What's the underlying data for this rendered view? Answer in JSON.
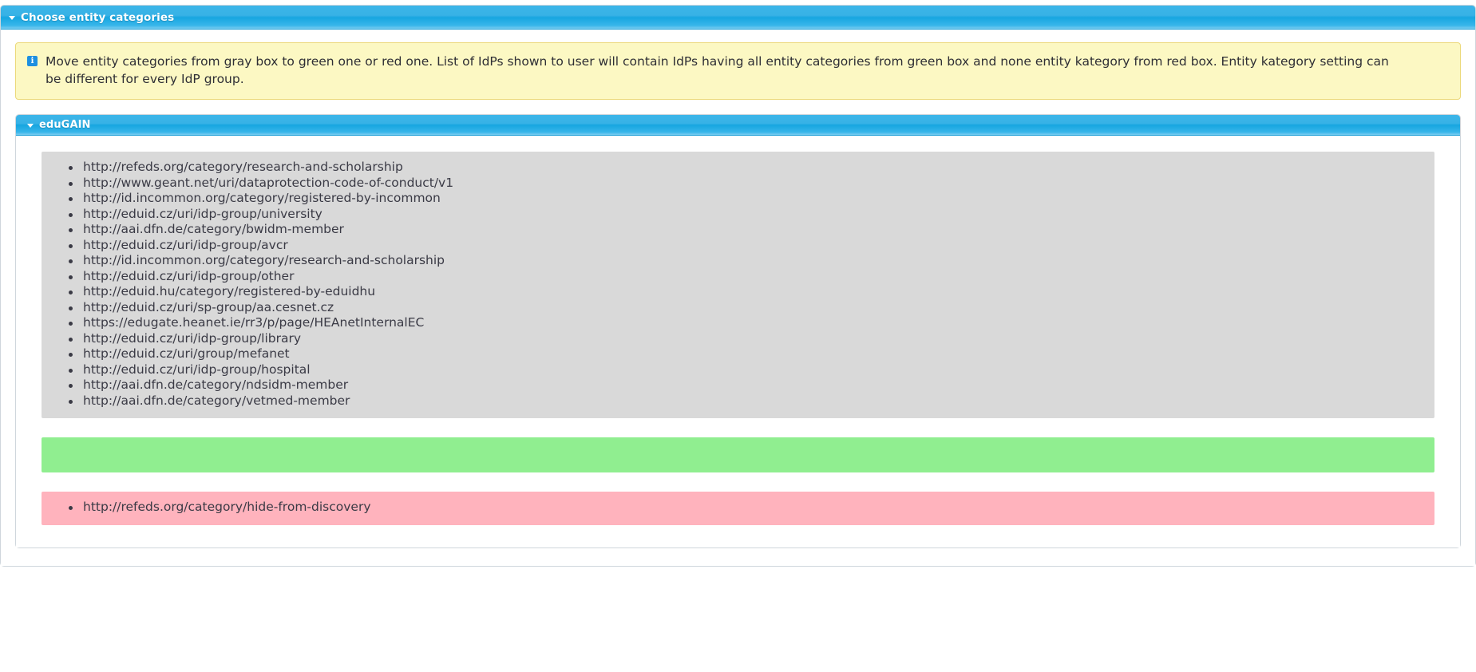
{
  "window": {
    "outer_panel": {
      "title": "Choose entity categories",
      "caret_icon": "caret-down-icon",
      "collapsed": false
    }
  },
  "alert": {
    "icon": "info-icon",
    "text": "Move entity categories from gray box to green one or red one. List of IdPs shown to user will contain IdPs having all entity categories from green box and none entity kategory from red box. Entity kategory setting can be different for every IdP group."
  },
  "group_panel": {
    "title": "eduGAIN",
    "caret_icon": "caret-down-icon",
    "collapsed": false
  },
  "zones": {
    "available": {
      "name": "gray-box",
      "color": "#d9d9d9",
      "items": [
        "http://refeds.org/category/research-and-scholarship",
        "http://www.geant.net/uri/dataprotection-code-of-conduct/v1",
        "http://id.incommon.org/category/registered-by-incommon",
        "http://eduid.cz/uri/idp-group/university",
        "http://aai.dfn.de/category/bwidm-member",
        "http://eduid.cz/uri/idp-group/avcr",
        "http://id.incommon.org/category/research-and-scholarship",
        "http://eduid.cz/uri/idp-group/other",
        "http://eduid.hu/category/registered-by-eduidhu",
        "http://eduid.cz/uri/sp-group/aa.cesnet.cz",
        "https://edugate.heanet.ie/rr3/p/page/HEAnetInternalEC",
        "http://eduid.cz/uri/idp-group/library",
        "http://eduid.cz/uri/group/mefanet",
        "http://eduid.cz/uri/idp-group/hospital",
        "http://aai.dfn.de/category/ndsidm-member",
        "http://aai.dfn.de/category/vetmed-member"
      ]
    },
    "required": {
      "name": "green-box",
      "color": "#90ee90",
      "items": []
    },
    "forbidden": {
      "name": "red-box",
      "color": "#ffb3bd",
      "items": [
        "http://refeds.org/category/hide-from-discovery"
      ]
    }
  }
}
